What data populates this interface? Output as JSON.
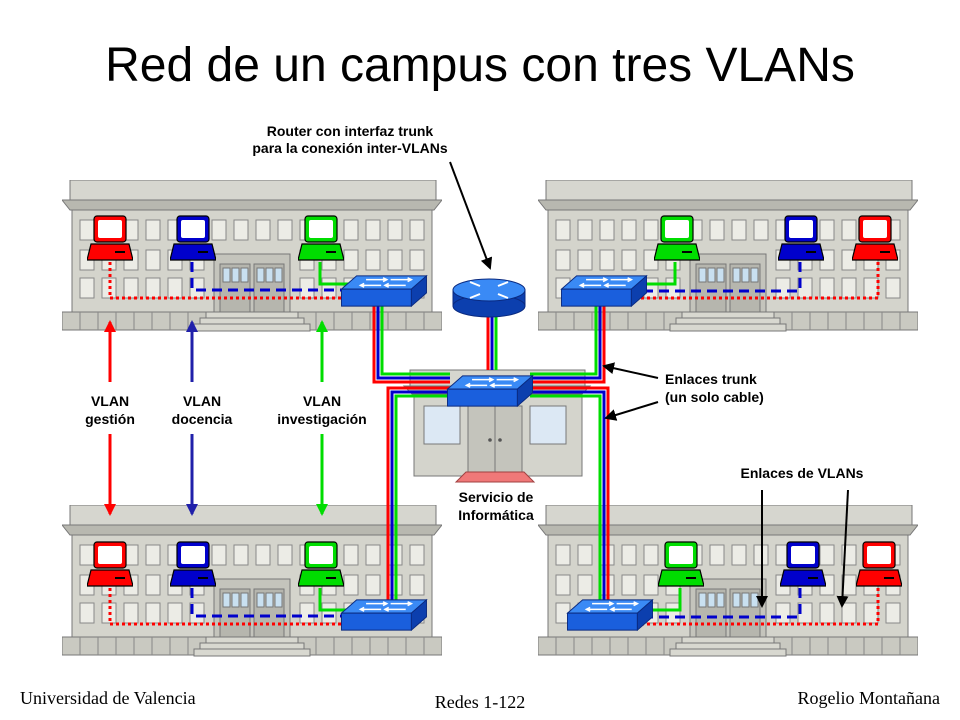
{
  "title": "Red de un campus con tres VLANs",
  "labels": {
    "router_line1": "Router con interfaz trunk",
    "router_line2": "para la conexión inter-VLANs",
    "trunk_line1": "Enlaces trunk",
    "trunk_line2": "(un solo cable)",
    "vlan_links": "Enlaces de VLANs",
    "service_line1": "Servicio de",
    "service_line2": "Informática",
    "vlan_mgmt_1": "VLAN",
    "vlan_mgmt_2": "gestión",
    "vlan_teach_1": "VLAN",
    "vlan_teach_2": "docencia",
    "vlan_research_1": "VLAN",
    "vlan_research_2": "investigación"
  },
  "footer": {
    "left": "Universidad de Valencia",
    "center": "Redes 1-122",
    "right": "Rogelio Montañana"
  },
  "colors": {
    "vlan_gestion": "#ff0000",
    "vlan_docencia": "#0000cc",
    "vlan_investigacion": "#00dd00",
    "building": "#d4d4cc",
    "switch": "#1a66ee"
  }
}
